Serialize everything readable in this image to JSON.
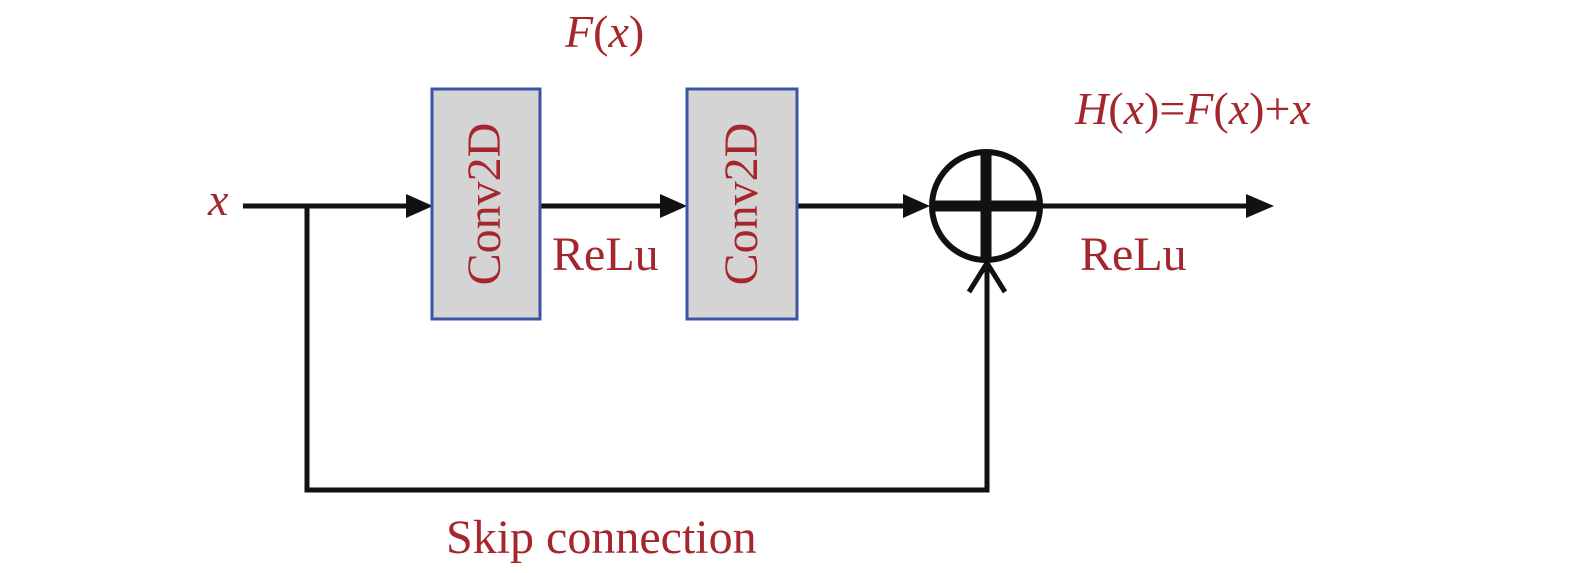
{
  "diagram": {
    "input_label": "x",
    "residual_label": {
      "prefix": "F",
      "open": "(",
      "var": "x",
      "close": ")"
    },
    "output_label": {
      "h": "H",
      "open1": "(",
      "x1": "x",
      "close1": ")",
      "eq": "=",
      "f": "F",
      "open2": "(",
      "x2": "x",
      "close2": ")",
      "plus": "+",
      "x3": "x"
    },
    "block1_label": "Conv2D",
    "block2_label": "Conv2D",
    "activation1_label": "ReLu",
    "activation2_label": "ReLu",
    "skip_label": "Skip connection",
    "colors": {
      "text": "#a5262c",
      "block_fill": "#d4d4d4",
      "block_border": "#3b54a3",
      "wire": "#111111"
    },
    "icons": {
      "sum": "circled-plus-icon"
    }
  }
}
